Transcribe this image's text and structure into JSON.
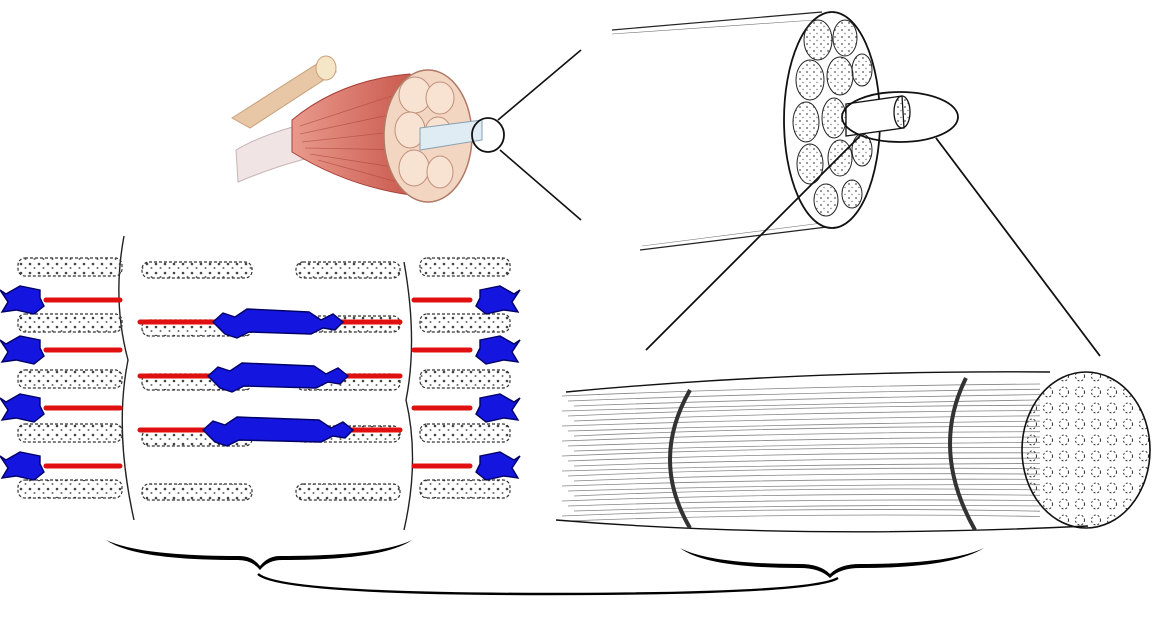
{
  "diagram": {
    "kind": "skeletal muscle structure hierarchy",
    "panels": [
      "whole-muscle",
      "muscle-fascicle",
      "muscle-fiber",
      "sarcomere"
    ],
    "colors": {
      "muscle": "#d9786e",
      "muscle_dark": "#b8473f",
      "fascicle": "#f2d6c2",
      "tendon": "#e8c7a6",
      "myosin": "#1515e0",
      "actin": "#e01010",
      "ink": "#111111",
      "z_disc": "#8a8a8a"
    },
    "labels": []
  }
}
